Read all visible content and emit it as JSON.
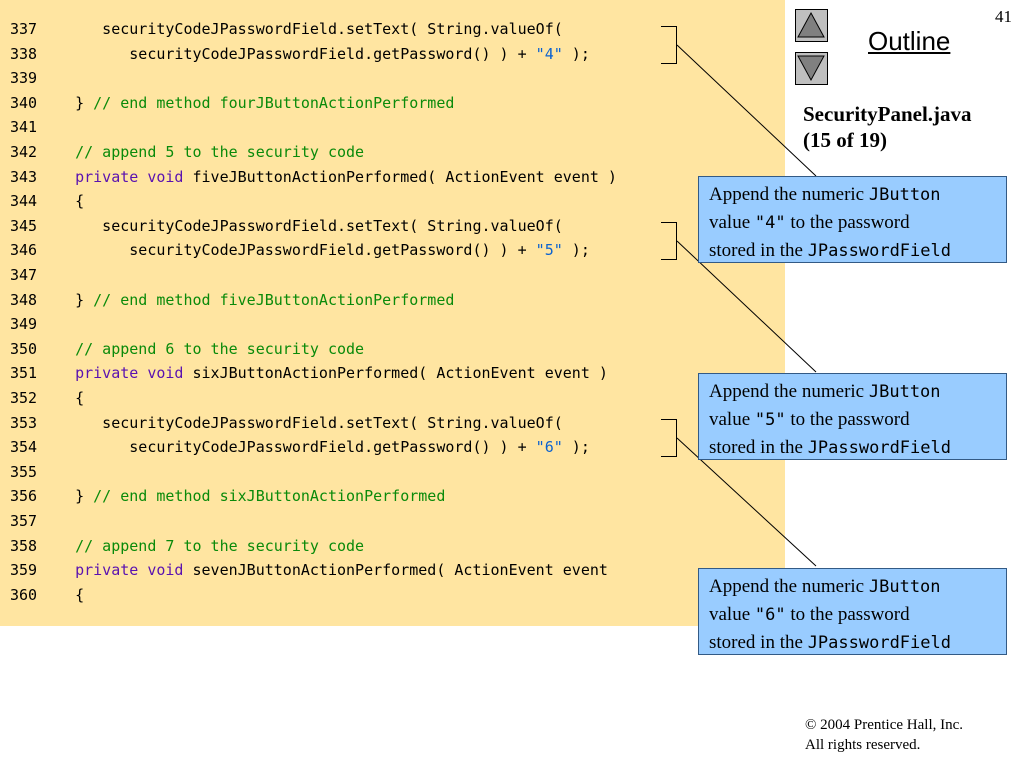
{
  "slide": {
    "page_number": "41",
    "outline_label": "Outline",
    "file_name": "SecurityPanel.java",
    "file_page": "(15 of 19)",
    "copyright_line1": "© 2004 Prentice Hall, Inc.",
    "copyright_line2": "All rights reserved."
  },
  "code_lines": [
    {
      "num": "337",
      "segments": [
        {
          "t": "      securityCodeJPasswordField.setText( String.valueOf(",
          "c": "plain"
        }
      ]
    },
    {
      "num": "338",
      "segments": [
        {
          "t": "         securityCodeJPasswordField.getPassword() ) + ",
          "c": "plain"
        },
        {
          "t": "\"4\"",
          "c": "string"
        },
        {
          "t": " );",
          "c": "plain"
        }
      ]
    },
    {
      "num": "339",
      "segments": []
    },
    {
      "num": "340",
      "segments": [
        {
          "t": "   } ",
          "c": "plain"
        },
        {
          "t": "// end method fourJButtonActionPerformed",
          "c": "comment"
        }
      ]
    },
    {
      "num": "341",
      "segments": []
    },
    {
      "num": "342",
      "segments": [
        {
          "t": "   // append 5 to the security code",
          "c": "comment"
        }
      ]
    },
    {
      "num": "343",
      "segments": [
        {
          "t": "   private",
          "c": "keyword"
        },
        {
          "t": " ",
          "c": "plain"
        },
        {
          "t": "void",
          "c": "keyword"
        },
        {
          "t": " fiveJButtonActionPerformed( ActionEvent event )",
          "c": "plain"
        }
      ]
    },
    {
      "num": "344",
      "segments": [
        {
          "t": "   {",
          "c": "plain"
        }
      ]
    },
    {
      "num": "345",
      "segments": [
        {
          "t": "      securityCodeJPasswordField.setText( String.valueOf(",
          "c": "plain"
        }
      ]
    },
    {
      "num": "346",
      "segments": [
        {
          "t": "         securityCodeJPasswordField.getPassword() ) + ",
          "c": "plain"
        },
        {
          "t": "\"5\"",
          "c": "string"
        },
        {
          "t": " );",
          "c": "plain"
        }
      ]
    },
    {
      "num": "347",
      "segments": []
    },
    {
      "num": "348",
      "segments": [
        {
          "t": "   } ",
          "c": "plain"
        },
        {
          "t": "// end method fiveJButtonActionPerformed",
          "c": "comment"
        }
      ]
    },
    {
      "num": "349",
      "segments": []
    },
    {
      "num": "350",
      "segments": [
        {
          "t": "   // append 6 to the security code",
          "c": "comment"
        }
      ]
    },
    {
      "num": "351",
      "segments": [
        {
          "t": "   private",
          "c": "keyword"
        },
        {
          "t": " ",
          "c": "plain"
        },
        {
          "t": "void",
          "c": "keyword"
        },
        {
          "t": " sixJButtonActionPerformed( ActionEvent event )",
          "c": "plain"
        }
      ]
    },
    {
      "num": "352",
      "segments": [
        {
          "t": "   {",
          "c": "plain"
        }
      ]
    },
    {
      "num": "353",
      "segments": [
        {
          "t": "      securityCodeJPasswordField.setText( String.valueOf(",
          "c": "plain"
        }
      ]
    },
    {
      "num": "354",
      "segments": [
        {
          "t": "         securityCodeJPasswordField.getPassword() ) + ",
          "c": "plain"
        },
        {
          "t": "\"6\"",
          "c": "string"
        },
        {
          "t": " );",
          "c": "plain"
        }
      ]
    },
    {
      "num": "355",
      "segments": []
    },
    {
      "num": "356",
      "segments": [
        {
          "t": "   } ",
          "c": "plain"
        },
        {
          "t": "// end method sixJButtonActionPerformed",
          "c": "comment"
        }
      ]
    },
    {
      "num": "357",
      "segments": []
    },
    {
      "num": "358",
      "segments": [
        {
          "t": "   // append 7 to the security code",
          "c": "comment"
        }
      ]
    },
    {
      "num": "359",
      "segments": [
        {
          "t": "   private",
          "c": "keyword"
        },
        {
          "t": " ",
          "c": "plain"
        },
        {
          "t": "void",
          "c": "keyword"
        },
        {
          "t": " sevenJButtonActionPerformed( ActionEvent event",
          "c": "plain"
        }
      ]
    },
    {
      "num": "360",
      "segments": [
        {
          "t": "   {",
          "c": "plain"
        }
      ]
    }
  ],
  "callouts": [
    {
      "prefix": "Append the numeric ",
      "code1": "JButton",
      "line2_pre": "value ",
      "value": "\"4\"",
      "line2_post": " to the password",
      "line3_pre": "stored in the ",
      "code2": "JPasswordField"
    },
    {
      "prefix": "Append the numeric ",
      "code1": "JButton",
      "line2_pre": "value ",
      "value": "\"5\"",
      "line2_post": " to the password",
      "line3_pre": "stored in the ",
      "code2": "JPasswordField"
    },
    {
      "prefix": "Append the numeric ",
      "code1": "JButton",
      "line2_pre": "value ",
      "value": "\"6\"",
      "line2_post": " to the password",
      "line3_pre": "stored in the ",
      "code2": "JPasswordField"
    }
  ],
  "nav": {
    "up_icon": "triangle-up-icon",
    "down_icon": "triangle-down-icon"
  },
  "colors": {
    "code_background": "#ffe5a1",
    "callout_background": "#99ccff",
    "keyword": "#5a12b0",
    "comment": "#0a8a0a",
    "string": "#0b62d0"
  }
}
